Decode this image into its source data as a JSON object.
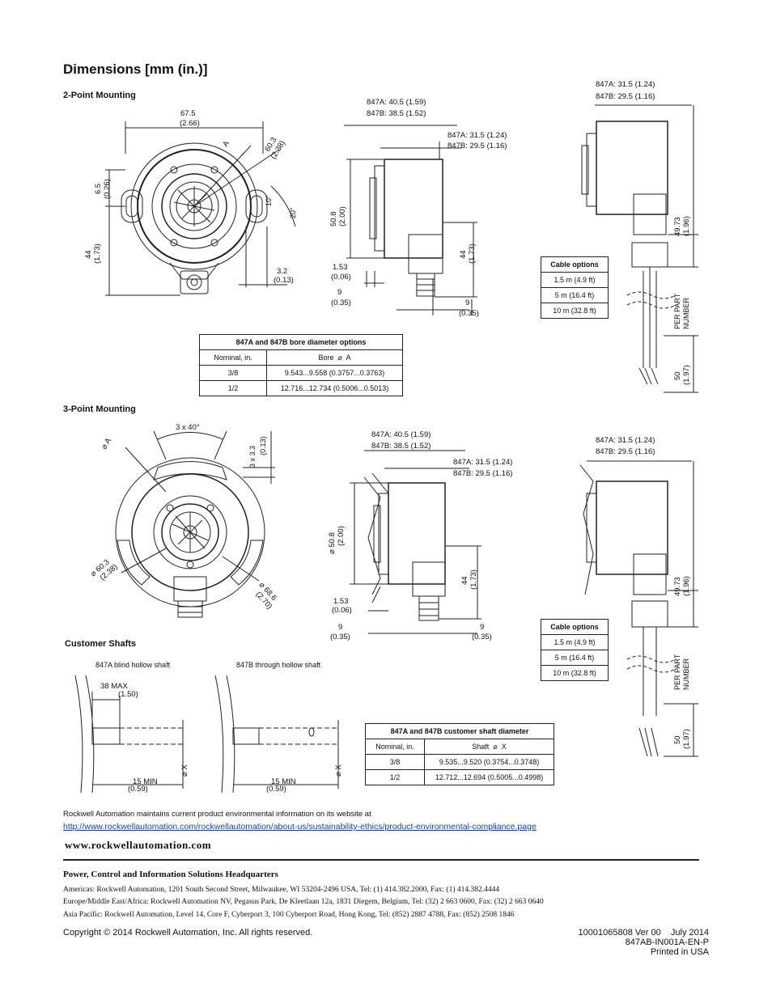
{
  "title": "Dimensions [mm (in.)]",
  "sections": {
    "two_point": "2-Point Mounting",
    "three_point": "3-Point Mounting",
    "shafts": "Customer Shafts"
  },
  "dims2": {
    "d675": "67.5",
    "d675in": "(2.66)",
    "d65": "6.5",
    "d65in": "(0.26)",
    "d44": "44",
    "d44in": "(1.73)",
    "d32": "3.2",
    "d32in": "(0.13)",
    "d603": "60.3",
    "d603in": "(2.38)",
    "phiA": "A",
    "deg10": "10°",
    "deg20": "20°",
    "topA": "847A:  40.5 (1.59)",
    "topB": "847B:  38.5 (1.52)",
    "midA": "847A:  31.5 (1.24)",
    "midB": "847B:  29.5 (1.16)",
    "d508": "50.8",
    "d508in": "(2.00)",
    "d153": "1.53",
    "d153in": "(0.06)",
    "d9": "9",
    "d9in": "(0.35)",
    "side44": "44",
    "side44in": "(1.73)",
    "rA": "847A:  31.5 (1.24)",
    "rB": "847B:  29.5 (1.16)",
    "d4973": "49.73",
    "d4973in": "(1.96)",
    "perpart1": "PER PART",
    "perpart2": "NUMBER",
    "d50": "50",
    "d50in": "(1.97)"
  },
  "dims3": {
    "deg": "3 x 40°",
    "d33": "3 x 3.3",
    "d33in": "(0.13)",
    "phiA": "A",
    "d603": "60.3",
    "d603in": "(2.38)",
    "d686": "68.6",
    "d686in": "(2.70)",
    "topA": "847A:  40.5 (1.59)",
    "topB": "847B:  38.5 (1.52)",
    "midA": "847A:  31.5 (1.24)",
    "midB": "847B:  29.5 (1.16)",
    "d508": "50.8",
    "d508in": "(2.00)",
    "side44": "44",
    "side44in": "(1.73)",
    "d153": "1.53",
    "d153in": "(0.06)",
    "d9": "9",
    "d9in": "(0.35)",
    "rA": "847A:  31.5 (1.24)",
    "rB": "847B:  29.5 (1.16)",
    "d4973": "49.73",
    "d4973in": "(1.96)",
    "perpart1": "PER PART",
    "perpart2": "NUMBER",
    "d50": "50",
    "d50in": "(1.97)"
  },
  "cable_options": {
    "header": "Cable options",
    "rows": [
      "1.5 m (4.9 ft)",
      "5 m (16.4 ft)",
      "10 m (32.8 ft)"
    ]
  },
  "bore_table": {
    "title": "847A and 847B bore diameter options",
    "col1": "Nominal, in.",
    "col2": "Bore",
    "col2sym": "A",
    "rows": [
      [
        "3/8",
        "9.543...9.558 (0.3757...0.3763)"
      ],
      [
        "1/2",
        "12.716...12.734 (0.5006...0.5013)"
      ]
    ]
  },
  "shaft_table": {
    "title": "847A and 847B customer shaft diameter",
    "col1": "Nominal, in.",
    "col2": "Shaft",
    "col2sym": "X",
    "rows": [
      [
        "3/8",
        "9.535...9.520 (0.3754...0.3748)"
      ],
      [
        "1/2",
        "12.712...12.694 (0.5005...0.4998)"
      ]
    ]
  },
  "shafts": {
    "blind": "847A blind hollow shaft",
    "through": "847B through hollow shaft",
    "max": "38  MAX",
    "maxin": "(1.50)",
    "min": "15  MIN",
    "minin": "(0.59)",
    "phix": "X"
  },
  "env_note": "Rockwell Automation maintains current product environmental information on its website at",
  "env_link": "http://www.rockwellautomation.com/rockwellautomation/about-us/sustainability-ethics/product-environmental-compliance.page",
  "website": "www.rockwellautomation.com",
  "hq_title": "Power, Control and Information Solutions Headquarters",
  "addresses": [
    "Americas: Rockwell Automation, 1201 South Second Street, Milwaukee, WI 53204-2496 USA, Tel: (1) 414.382.2000, Fax: (1) 414.382.4444",
    "Europe/Middle East/Africa: Rockwell Automation NV, Pegasus Park, De Kleetlaan 12a, 1831 Diegem, Belgium, Tel: (32) 2 663 0600, Fax: (32) 2 663 0640",
    "Asia Pacific: Rockwell Automation, Level 14, Core F, Cyberport 3, 100 Cyberport Road, Hong Kong, Tel: (852) 2887 4788, Fax: (852) 2508 1846"
  ],
  "copyright": "Copyright © 2014 Rockwell Automation, Inc. All rights reserved.",
  "doc_id": "10001065808 Ver 00    July 2014",
  "pub": "847AB-IN001A-EN-P",
  "printed": "Printed in USA"
}
